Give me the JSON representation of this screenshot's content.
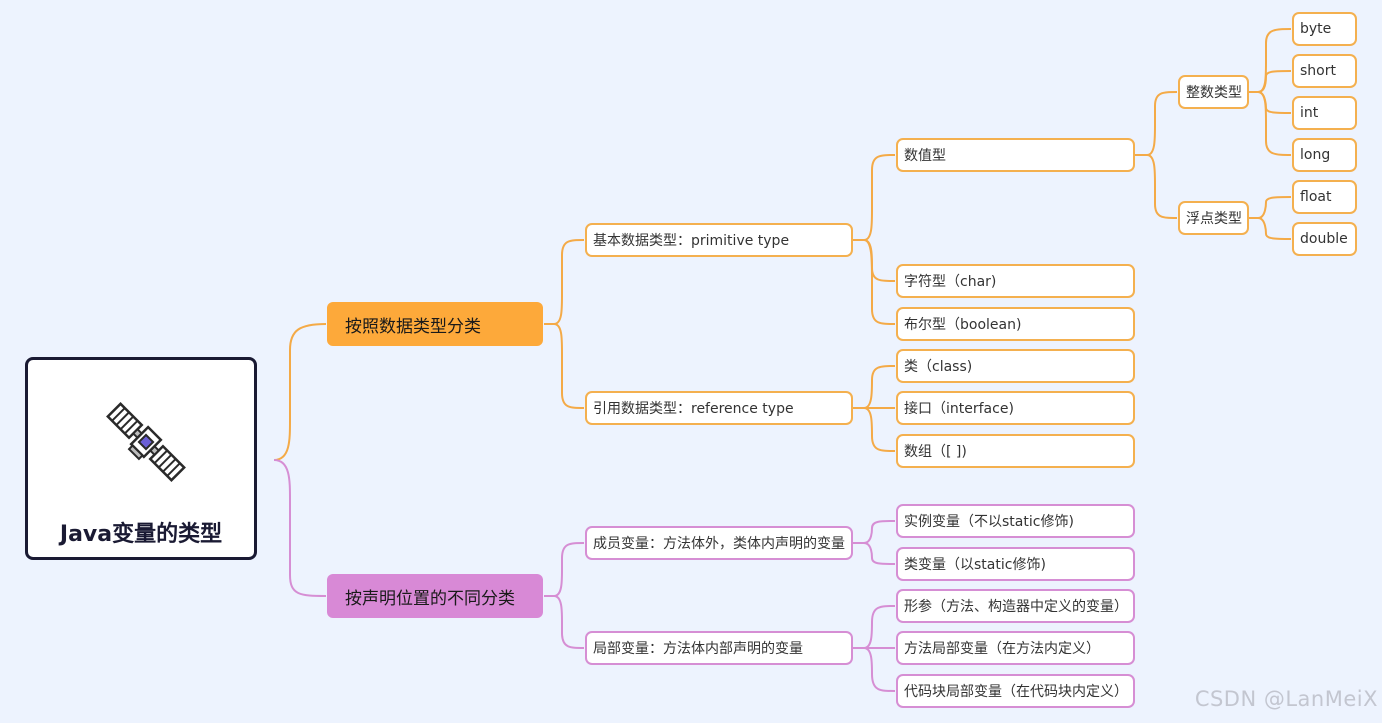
{
  "root": {
    "title": "Java变量的类型",
    "icon": "satellite-icon"
  },
  "branch_data_type": {
    "label": "按照数据类型分类",
    "color": "#fda93a",
    "primitive": {
      "label": "基本数据类型：primitive type",
      "numeric": {
        "label": "数值型",
        "integer": {
          "label": "整数类型",
          "items": [
            "byte",
            "short",
            "int",
            "long"
          ]
        },
        "floating": {
          "label": "浮点类型",
          "items": [
            "float",
            "double"
          ]
        }
      },
      "char": "字符型（char)",
      "boolean": "布尔型（boolean)"
    },
    "reference": {
      "label": "引用数据类型：reference type",
      "items": [
        "类（class)",
        "接口（interface)",
        "数组（[ ])"
      ]
    }
  },
  "branch_position": {
    "label": "按声明位置的不同分类",
    "color": "#d889d6",
    "member": {
      "label": "成员变量：方法体外，类体内声明的变量",
      "items": [
        "实例变量（不以static修饰)",
        "类变量（以static修饰)"
      ]
    },
    "local": {
      "label": "局部变量：方法体内部声明的变量",
      "items": [
        "形参（方法、构造器中定义的变量）",
        "方法局部变量（在方法内定义）",
        "代码块局部变量（在代码块内定义）"
      ]
    }
  },
  "watermark": "CSDN @LanMeiX"
}
